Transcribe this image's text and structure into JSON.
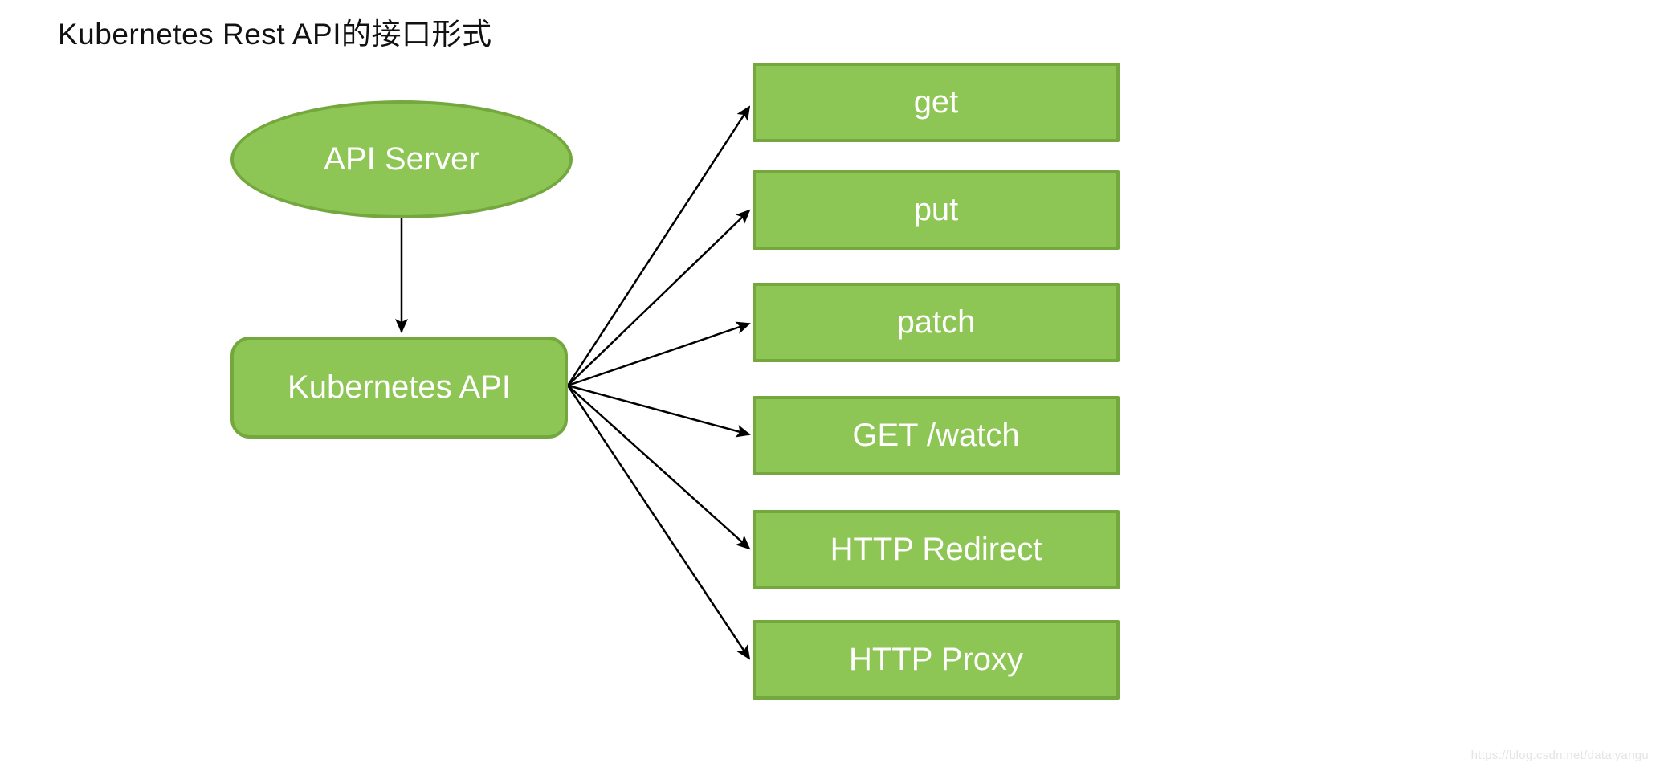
{
  "title": "Kubernetes Rest API的接口形式",
  "diagram": {
    "source_node": {
      "label": "API Server",
      "shape": "ellipse"
    },
    "hub_node": {
      "label": "Kubernetes API",
      "shape": "rounded-rectangle"
    },
    "endpoints": [
      {
        "label": "get"
      },
      {
        "label": "put"
      },
      {
        "label": "patch"
      },
      {
        "label": "GET /watch"
      },
      {
        "label": "HTTP Redirect"
      },
      {
        "label": "HTTP Proxy"
      }
    ],
    "edges": [
      {
        "from": "API Server",
        "to": "Kubernetes API"
      },
      {
        "from": "Kubernetes API",
        "to": "get"
      },
      {
        "from": "Kubernetes API",
        "to": "put"
      },
      {
        "from": "Kubernetes API",
        "to": "patch"
      },
      {
        "from": "Kubernetes API",
        "to": "GET /watch"
      },
      {
        "from": "Kubernetes API",
        "to": "HTTP Redirect"
      },
      {
        "from": "Kubernetes API",
        "to": "HTTP Proxy"
      }
    ],
    "colors": {
      "node_fill": "#8dc655",
      "node_border": "#74a73d",
      "node_text": "#ffffff",
      "arrow": "#000000",
      "title_text": "#111111"
    }
  },
  "watermark": "https://blog.csdn.net/dataiyangu"
}
